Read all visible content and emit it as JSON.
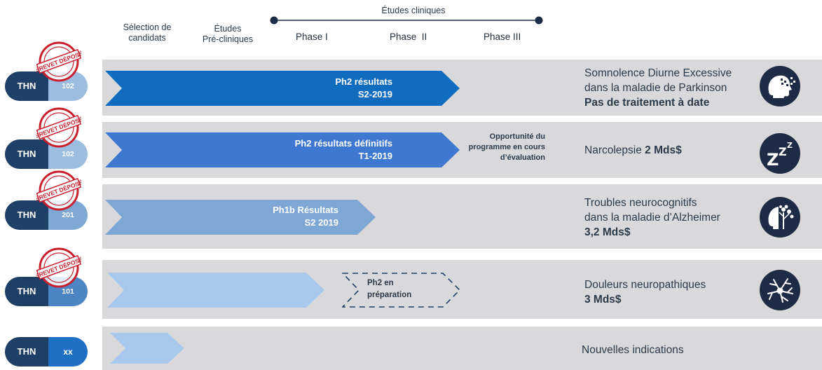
{
  "header": {
    "col_selection": "Sélection de candidats",
    "col_selection_l1": "Sélection de",
    "col_selection_l2": "candidats",
    "col_preclin_l1": "Études",
    "col_preclin_l2": "Pré-cliniques",
    "clinical_title": "Études cliniques",
    "phase1": "Phase I",
    "phase2": "Phase  II",
    "phase3": "Phase III"
  },
  "stamp_text": "BREVET DÉPOSÉ",
  "rows": [
    {
      "prefix": "THN",
      "code": "102",
      "code_color": "#9dbde0",
      "arrow_l1": "Ph2 résultats",
      "arrow_l2": "S2-2019",
      "arrow_color": "#0f6cbf",
      "ind_l1": "Somnolence Diurne Excessive",
      "ind_l2": "dans la maladie de Parkinson",
      "ind_l3": "Pas de traitement à date",
      "icon": "brain-head-icon"
    },
    {
      "prefix": "THN",
      "code": "102",
      "code_color": "#9dbde0",
      "arrow_l1": "Ph2 résultats définitifs",
      "arrow_l2": "T1-2019",
      "arrow_color": "#3f78d0",
      "mid_l1": "Opportunité du",
      "mid_l2": "programme en cours",
      "mid_l3": "d’évaluation",
      "ind_l1": "Narcolepsie",
      "ind_bold": "2 Mds$",
      "icon": "sleep-zzz-icon"
    },
    {
      "prefix": "THN",
      "code": "201",
      "code_color": "#7ea9d4",
      "arrow_l1": "Ph1b Résultats",
      "arrow_l2": "S2 2019",
      "arrow_color": "#7ea7d6",
      "ind_l1": "Troubles neurocognitifs",
      "ind_l2": "dans la maladie d’Alzheimer",
      "ind_l3": "3,2 Mds$",
      "icon": "tree-head-icon"
    },
    {
      "prefix": "THN",
      "code": "101",
      "code_color": "#4d84c4",
      "arrow_color": "#a9c9ec",
      "dashed_l1": "Ph2 en",
      "dashed_l2": "préparation",
      "ind_l1": "Douleurs neuropathiques",
      "ind_l2": "3 Mds$",
      "icon": "neuron-icon"
    },
    {
      "prefix": "THN",
      "code": "xx",
      "code_color": "#1f6fc4",
      "arrow_color": "#a9c9ec",
      "ind_l1": "Nouvelles indications"
    }
  ],
  "colors": {
    "band": "#d9d9db",
    "pill_dark": "#1e3f66",
    "icon_bg": "#1e2b45",
    "stamp_red": "#c8202f"
  }
}
